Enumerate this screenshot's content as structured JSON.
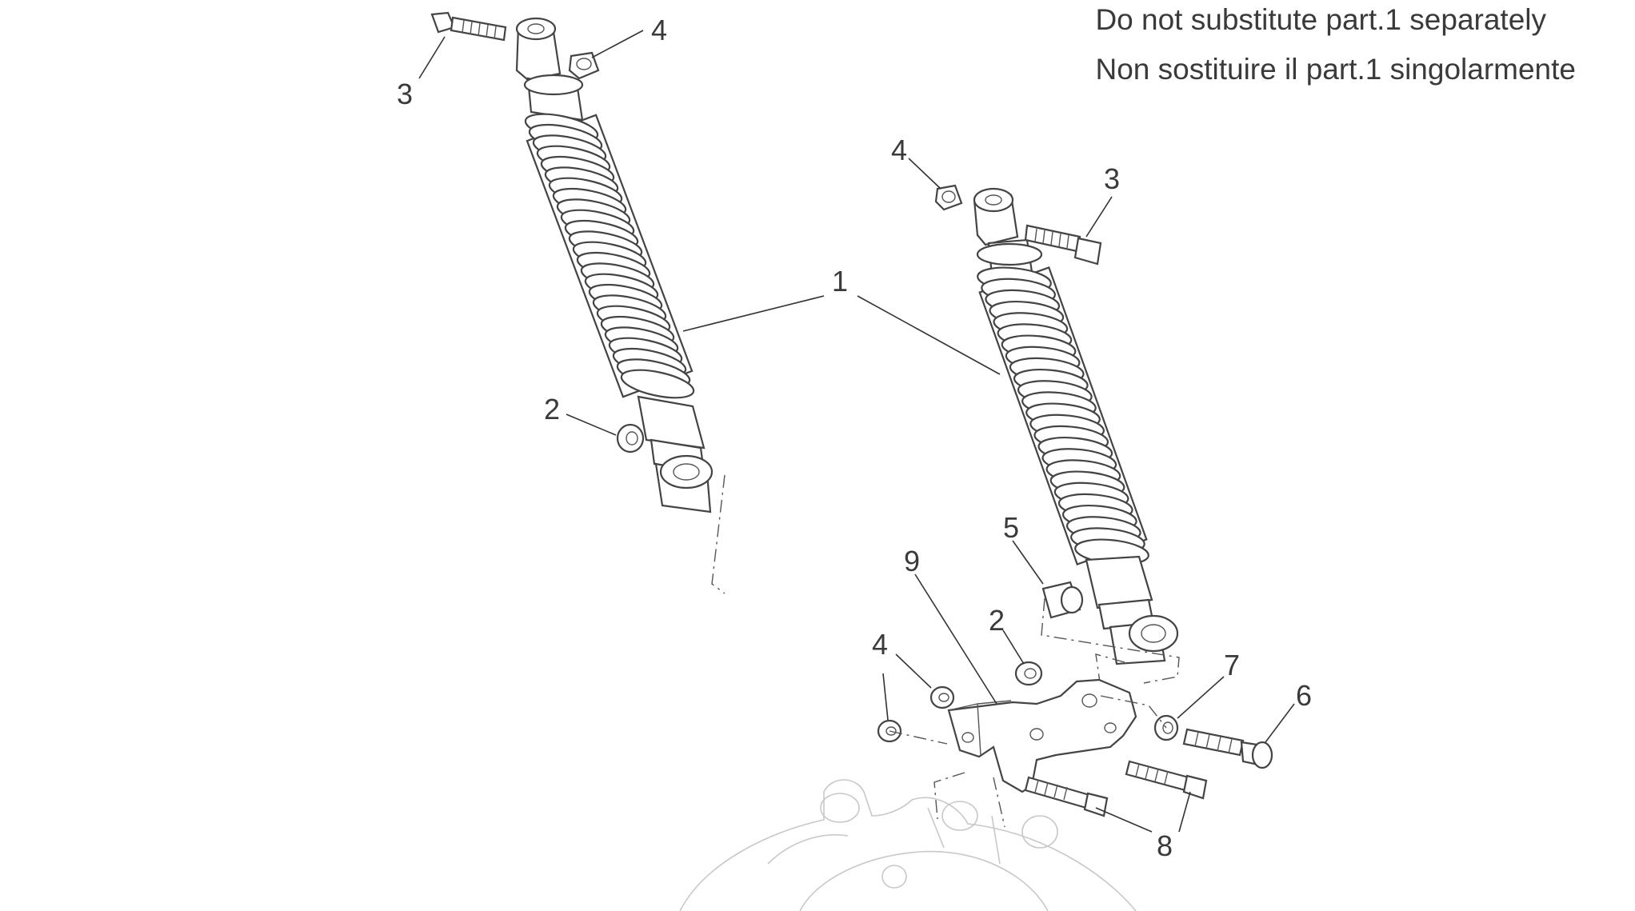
{
  "notes": {
    "line1": "Do not substitute part.1 separately",
    "line2": "Non sostituire il part.1 singolarmente"
  },
  "callouts": {
    "c1": "1",
    "c2a": "2",
    "c2b": "2",
    "c3a": "3",
    "c3b": "3",
    "c4a": "4",
    "c4b": "4",
    "c4c": "4",
    "c5": "5",
    "c6": "6",
    "c7": "7",
    "c8": "8",
    "c9": "9"
  }
}
